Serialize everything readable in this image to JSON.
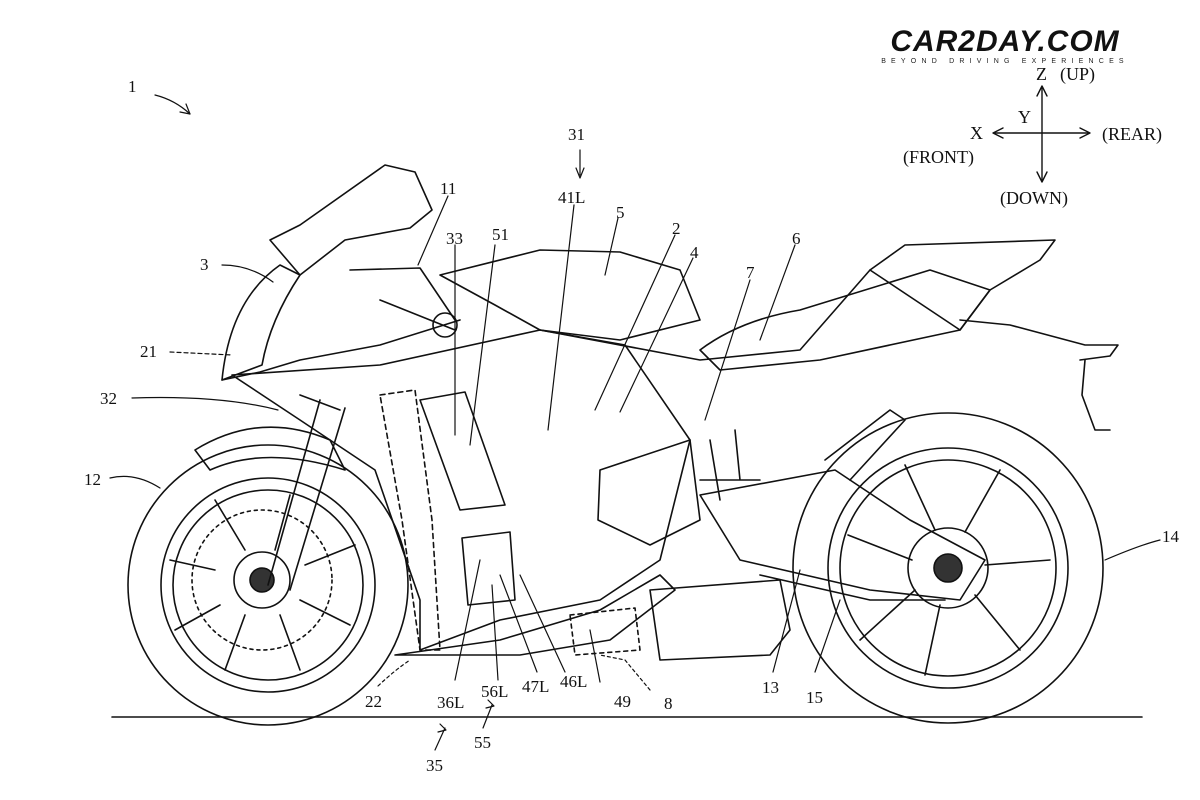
{
  "brand": {
    "name": "CAR2DAY.COM",
    "tagline": "BEYOND DRIVING EXPERIENCES"
  },
  "axes": {
    "z": "Z",
    "up": "(UP)",
    "y": "Y",
    "x": "X",
    "front": "(FRONT)",
    "rear": "(REAR)",
    "down": "(DOWN)"
  },
  "labels": {
    "l1": "1",
    "l31": "31",
    "l41L": "41L",
    "l5": "5",
    "l2": "2",
    "l4": "4",
    "l7": "7",
    "l6": "6",
    "l11": "11",
    "l33": "33",
    "l51": "51",
    "l3": "3",
    "l21": "21",
    "l32": "32",
    "l12": "12",
    "l14": "14",
    "l13": "13",
    "l15": "15",
    "l8": "8",
    "l49": "49",
    "l46L": "46L",
    "l47L": "47L",
    "l56L": "56L",
    "l36L": "36L",
    "l22": "22",
    "l55": "55",
    "l35": "35"
  }
}
